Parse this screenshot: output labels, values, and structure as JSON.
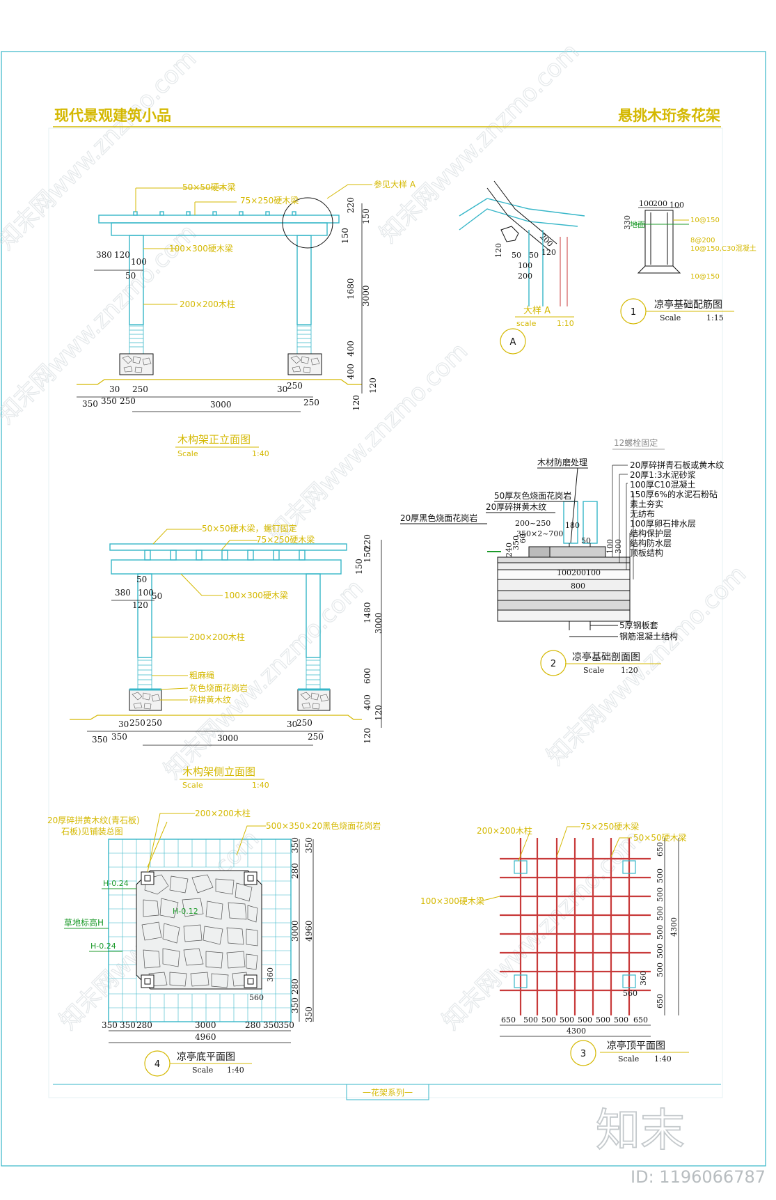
{
  "header": {
    "left_title": "现代景观建筑小品",
    "right_title": "悬挑木珩条花架"
  },
  "footer": {
    "series": "一花架系列一"
  },
  "watermark": {
    "text": "知末网www.znzmo.com",
    "brand": "知末",
    "id": "ID: 1196066787"
  },
  "colors": {
    "cyan": "#36b6c8",
    "yellow": "#d4b800",
    "red": "#c83a3a",
    "green": "#1c9a2a"
  },
  "front": {
    "title": "木构架正立面图",
    "scale": "Scale",
    "ratio": "1:40",
    "lbl_purlin": "50×50硬木梁",
    "lbl_beam_top": "75×250硬木梁",
    "lbl_beam_main": "100×300硬木梁",
    "lbl_column": "200×200木柱",
    "lbl_ref": "参见大样 A",
    "d380": "380",
    "d120": "120",
    "d100": "100",
    "d50": "50",
    "d30": "30",
    "d250": "250",
    "d350": "350",
    "d3000": "3000",
    "v220": "220",
    "v150": "150",
    "v1680": "1680",
    "v3000": "3000",
    "v400": "400",
    "v120": "120"
  },
  "side": {
    "title": "木构架侧立面图",
    "scale": "Scale",
    "ratio": "1:40",
    "lbl_purlin": "50×50硬木梁，螺钉固定",
    "lbl_beam_top": "75×250硬木梁",
    "lbl_beam_main": "100×300硬木梁",
    "lbl_column": "200×200木柱",
    "lbl_rope": "粗麻绳",
    "lbl_granite": "灰色烧面花岗岩",
    "lbl_tile": "碎拼黄木纹",
    "d380": "380",
    "d100": "100",
    "d50": "50",
    "d120": "120",
    "d30": "30",
    "d250": "250",
    "d350": "350",
    "d3000": "3000",
    "v220": "220",
    "v150": "150",
    "v1480": "1480",
    "v3000": "3000",
    "v600": "600",
    "v400": "400",
    "v120": "120"
  },
  "detail_a": {
    "title": "大样 A",
    "scale": "scale",
    "ratio": "1:10",
    "marker": "A",
    "d200": "200",
    "d120": "120",
    "d50": "50",
    "d100": "100"
  },
  "found_rebar": {
    "title": "凉亭基础配筋图",
    "scale": "Scale",
    "ratio": "1:15",
    "marker": "1",
    "ground": "地面",
    "d100a": "100",
    "d200": "200",
    "d100b": "100",
    "d330": "330",
    "r1": "10@150",
    "r2": "8@200",
    "r3": "10@150,C30混凝土",
    "r4": "10@150"
  },
  "found_section": {
    "title": "凉亭基础剖面图",
    "scale": "Scale",
    "ratio": "1:20",
    "marker": "2",
    "bolt": "12螺栓固定",
    "wood": "木材防磨处理",
    "left_labels": [
      "50厚灰色烧面花岗岩",
      "20厚碎拼黄木纹",
      "20厚黑色烧面花岗岩"
    ],
    "layers": [
      "20厚碎拼青石板或黄木纹",
      "20厚1:3水泥砂浆",
      "100厚C10混凝土",
      "150厚6%的水泥石粉砧",
      "素土夯实",
      "无纺布",
      "100厚卵石排水层",
      "结构保护层",
      "结构防水层",
      "顶板结构"
    ],
    "steel": "5厚钢板套",
    "rc": "钢筋混凝土结构",
    "d200_250": "200~250",
    "d350": "350×2~700",
    "d180": "180",
    "d50": "50",
    "d100": "100",
    "d300": "300",
    "d240": "240",
    "d350v": "350",
    "d60": "60",
    "d100_200_100": "100200100",
    "d800": "800"
  },
  "base_plan": {
    "title": "凉亭底平面图",
    "scale": "Scale",
    "ratio": "1:40",
    "marker": "4",
    "lbl_tile": "20厚碎拼黄木纹(青石板)",
    "lbl_tile2": "石板)见铺装总图",
    "lbl_column": "200×200木柱",
    "lbl_granite": "500×350×20黑色烧面花岗岩",
    "lbl_grass": "草地标高H",
    "h1": "H-0.24",
    "h2": "H-0.12",
    "h3": "H-0.24",
    "d350": "350",
    "d280": "280",
    "d3000": "3000",
    "d4960": "4960",
    "d560": "560",
    "d360": "360"
  },
  "top_plan": {
    "title": "凉亭顶平面图",
    "scale": "Scale",
    "ratio": "1:40",
    "marker": "3",
    "lbl_column": "200×200木柱",
    "lbl_beam_top": "75×250硬木梁",
    "lbl_purlin": "50×50硬木梁",
    "lbl_beam_main": "100×300硬木梁",
    "h_dims": [
      "650",
      "500",
      "500",
      "500",
      "500",
      "500",
      "500",
      "650"
    ],
    "v_dims": [
      "650",
      "500",
      "500",
      "500",
      "500",
      "500",
      "500",
      "650"
    ],
    "d4300": "4300",
    "d4300v": "4300",
    "d360": "360",
    "d560": "560"
  }
}
